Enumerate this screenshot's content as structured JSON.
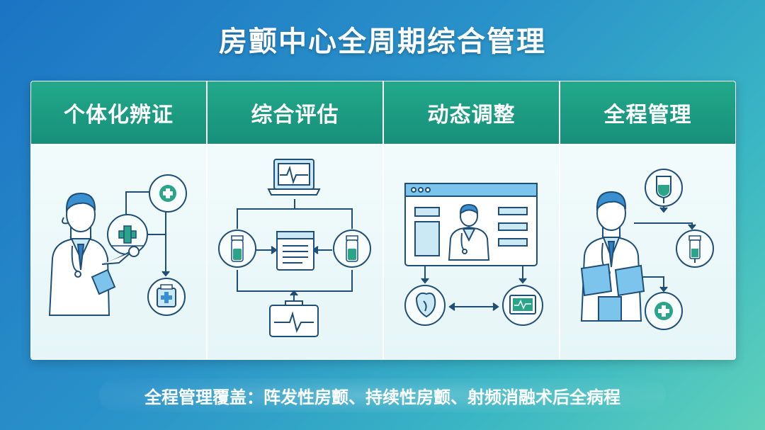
{
  "title": "房颤中心全周期综合管理",
  "panels": [
    {
      "label": "个体化辨证",
      "illustration": "doctor-pointing-with-care-flow-icons"
    },
    {
      "label": "综合评估",
      "illustration": "monitor-report-vials-ecg-flow"
    },
    {
      "label": "动态调整",
      "illustration": "browser-doctor-screen-heart-monitor-cycle"
    },
    {
      "label": "全程管理",
      "illustration": "doctor-clipboard-iv-bag-medical-flow"
    }
  ],
  "footer": "全程管理覆盖：阵发性房颤、持续性房颤、射频消融术后全病程",
  "colors": {
    "accent": "#1a9a80",
    "ink": "#1f4f76",
    "tint": "#cbe9f5"
  }
}
